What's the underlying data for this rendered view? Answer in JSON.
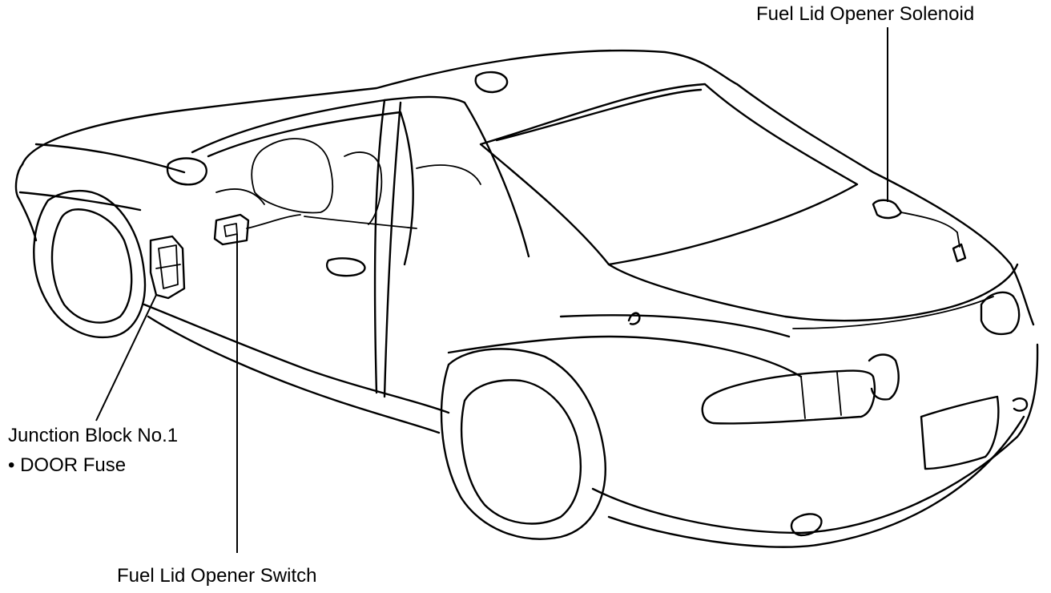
{
  "diagram": {
    "labels": {
      "fuel_lid_opener_solenoid": "Fuel Lid Opener Solenoid",
      "junction_block": "Junction Block No.1",
      "door_fuse": "• DOOR Fuse",
      "fuel_lid_opener_switch": "Fuel Lid Opener Switch"
    },
    "colors": {
      "line": "#000000",
      "background": "#ffffff"
    }
  }
}
